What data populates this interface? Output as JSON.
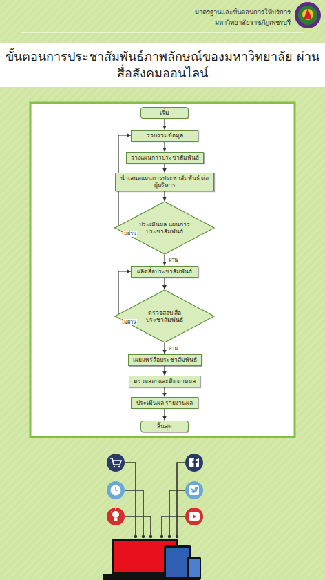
{
  "diagram": {
    "title": "ขั้นตอนการประชาสัมพันธ์ภาพลักษณ์ของมหาวิทยาลัย ผ่านสื่อสังคมออนไลน์",
    "nodes": [
      {
        "text": [
          "เริ่ม"
        ]
      },
      {
        "text": [
          "รวบรวมข้อมูล"
        ]
      },
      {
        "text": [
          "วางแผนการประชาสัมพันธ์"
        ]
      },
      {
        "text": [
          "นำเสนอแผนการประชาสัมพันธ์ ต่อผู้บริหาร"
        ]
      },
      {
        "text": [
          "ประเมินผล แผนการประชาสัมพันธ์"
        ]
      },
      {
        "text": [
          "ผลิตสื่อประชาสัมพันธ์"
        ]
      },
      {
        "text": [
          "ตรวจสอบ สื่อประชาสัมพันธ์"
        ]
      },
      {
        "text": [
          "เผยแพร่สื่อประชาสัมพันธ์"
        ]
      },
      {
        "text": [
          "ตรวจสอบและติดตามผล"
        ]
      },
      {
        "text": [
          "ประเมินผล รายงานผล"
        ]
      },
      {
        "text": [
          "สิ้นสุด"
        ]
      }
    ],
    "edges": [
      {
        "from": 0,
        "to": 1,
        "arrow": "to"
      },
      {
        "from": 1,
        "to": 2,
        "arrow": "to"
      },
      {
        "from": 2,
        "to": 3,
        "arrow": "to"
      },
      {
        "from": 3,
        "to": 4,
        "arrow": "to"
      },
      {
        "from": 4,
        "to": 1,
        "label": "ไม่ผ่าน",
        "arrow": "to"
      },
      {
        "from": 4,
        "to": 5,
        "label": "ผ่าน",
        "arrow": "to"
      },
      {
        "from": 5,
        "to": 6,
        "arrow": "to"
      },
      {
        "from": 6,
        "to": 5,
        "label": "ไม่ผ่าน",
        "arrow": "to"
      },
      {
        "from": 6,
        "to": 7,
        "label": "ผ่าน",
        "arrow": "to"
      },
      {
        "from": 7,
        "to": 8,
        "arrow": "to"
      },
      {
        "from": 8,
        "to": 9,
        "arrow": "to"
      },
      {
        "from": 9,
        "to": 10,
        "arrow": "to"
      }
    ],
    "labels": [
      "มาตรฐานและขั้นตอนการให้บริการ",
      "มหาวิทยาลัยราชภัฏเพชรบุรี"
    ]
  }
}
